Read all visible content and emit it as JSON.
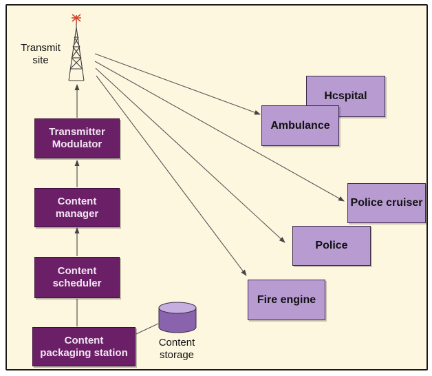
{
  "diagram": {
    "colors": {
      "background": "#fdf7df",
      "chain_box": "#6a1f66",
      "chain_text": "#f2e6f2",
      "destination_box": "#b79bd1",
      "storage_cylinder": "#8a63ad",
      "connector": "#555555"
    },
    "transmit_site": {
      "label_line1": "Transmit",
      "label_line2": "site",
      "icon": "transmission-tower-icon"
    },
    "chain": [
      {
        "id": "transmitter",
        "line1": "Transmitter",
        "line2": "Modulator"
      },
      {
        "id": "manager",
        "line1": "Content",
        "line2": "manager"
      },
      {
        "id": "scheduler",
        "line1": "Content",
        "line2": "scheduler"
      },
      {
        "id": "packaging",
        "line1": "Content",
        "line2": "packaging station"
      }
    ],
    "storage": {
      "line1": "Content",
      "line2": "storage",
      "icon": "database-cylinder-icon"
    },
    "destinations": [
      {
        "id": "hospital",
        "label": "Hcspital"
      },
      {
        "id": "ambulance",
        "label": "Ambulance"
      },
      {
        "id": "police-cruiser",
        "label": "Police cruiser"
      },
      {
        "id": "police",
        "label": "Police"
      },
      {
        "id": "fire-engine",
        "label": "Fire engine"
      }
    ]
  }
}
